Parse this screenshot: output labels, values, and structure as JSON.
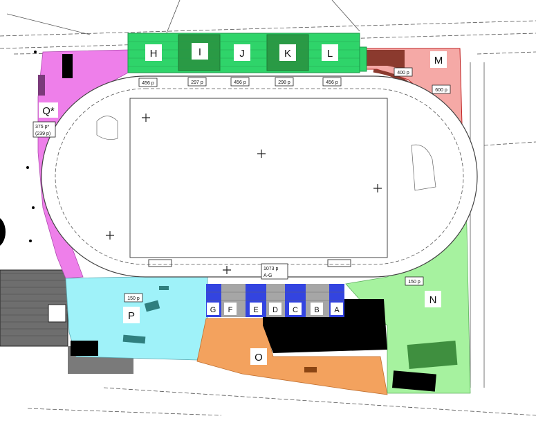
{
  "map": {
    "colors": {
      "green_stands": "#2fd46a",
      "green_dark": "#2a8a3a",
      "red_zone": "#f5a9a6",
      "red_dark": "#8b3a2e",
      "pink_zone": "#ee7fea",
      "cyan_zone": "#9ff2f9",
      "orange_zone": "#f3a25e",
      "lightgreen_zone": "#a6f29f",
      "blue_stand": "#3344e0",
      "gray_stand": "#a6a6a6",
      "black": "#000000"
    },
    "sectors": {
      "H": "H",
      "I": "I",
      "J": "J",
      "K": "K",
      "L": "L",
      "M": "M",
      "N": "N",
      "O": "O",
      "P": "P",
      "Q": "Q*",
      "A": "A",
      "B": "B",
      "C": "C",
      "D": "D",
      "E": "E",
      "F": "F",
      "G": "G"
    },
    "capacities": {
      "h": "456 p",
      "i": "297 p",
      "j": "456 p",
      "k": "298 p",
      "l": "456 p",
      "m1": "400 p",
      "m2": "600 p",
      "q1": "375 p*",
      "q2": "(239 p)",
      "main1": "1073 p",
      "main2": "A-G",
      "p": "150 p",
      "n": "150 p"
    }
  }
}
